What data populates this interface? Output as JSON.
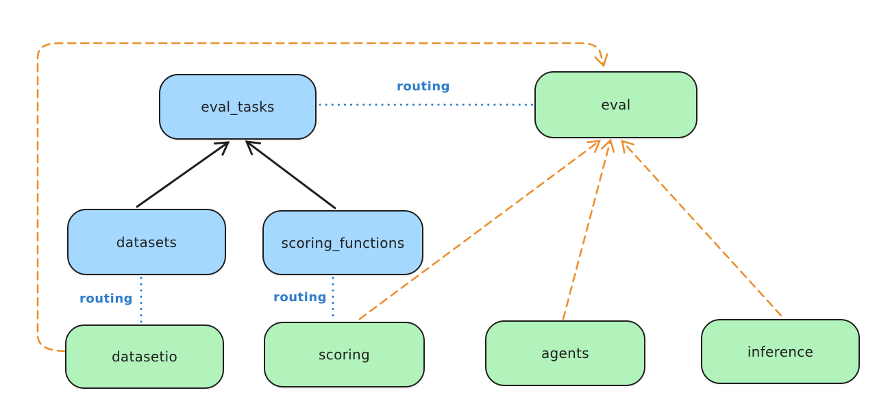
{
  "diagram": {
    "background": "#ffffff",
    "colors": {
      "black": "#1e1e1e",
      "orange": "#ec8f2f",
      "blue_line": "#2f7cc9",
      "blue_node_fill": "#a5d8ff",
      "green_node_fill": "#b2f2bb",
      "text": "#1e1e1e"
    },
    "nodes": {
      "eval_tasks": {
        "label": "eval_tasks",
        "fill": "#a5d8ff"
      },
      "eval": {
        "label": "eval",
        "fill": "#b2f2bb"
      },
      "datasets": {
        "label": "datasets",
        "fill": "#a5d8ff"
      },
      "scoring_functions": {
        "label": "scoring_functions",
        "fill": "#a5d8ff"
      },
      "datasetio": {
        "label": "datasetio",
        "fill": "#b2f2bb"
      },
      "scoring": {
        "label": "scoring",
        "fill": "#b2f2bb"
      },
      "agents": {
        "label": "agents",
        "fill": "#b2f2bb"
      },
      "inference": {
        "label": "inference",
        "fill": "#b2f2bb"
      }
    },
    "edges": [
      {
        "from": "datasets",
        "to": "eval_tasks",
        "style": "solid-arrow",
        "color": "#1e1e1e",
        "label": ""
      },
      {
        "from": "scoring_functions",
        "to": "eval_tasks",
        "style": "solid-arrow",
        "color": "#1e1e1e",
        "label": ""
      },
      {
        "from": "eval_tasks",
        "to": "eval",
        "style": "dotted-line",
        "color": "#2f7cc9",
        "label": "routing"
      },
      {
        "from": "datasets",
        "to": "datasetio",
        "style": "dotted-line",
        "color": "#2f7cc9",
        "label": "routing"
      },
      {
        "from": "scoring_functions",
        "to": "scoring",
        "style": "dotted-line",
        "color": "#2f7cc9",
        "label": "routing"
      },
      {
        "from": "datasetio",
        "to": "eval",
        "style": "dashed-arrow",
        "color": "#ec8f2f",
        "label": ""
      },
      {
        "from": "scoring",
        "to": "eval",
        "style": "dashed-arrow",
        "color": "#ec8f2f",
        "label": ""
      },
      {
        "from": "agents",
        "to": "eval",
        "style": "dashed-arrow",
        "color": "#ec8f2f",
        "label": ""
      },
      {
        "from": "inference",
        "to": "eval",
        "style": "dashed-arrow",
        "color": "#ec8f2f",
        "label": ""
      }
    ]
  }
}
